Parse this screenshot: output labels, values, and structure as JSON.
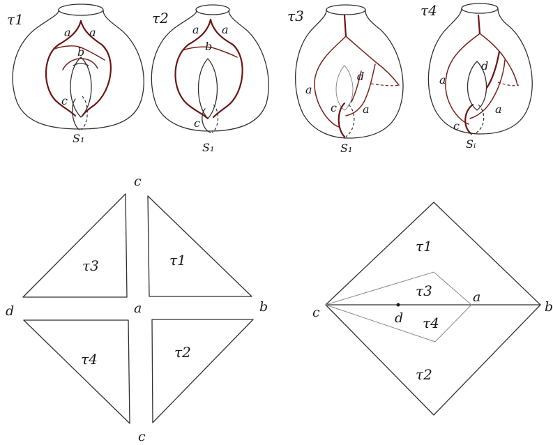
{
  "surfaces": [
    {
      "name": "τ1",
      "labels": {
        "a1": "a",
        "a2": "a",
        "b": "b",
        "c": "c",
        "base": "S₁"
      }
    },
    {
      "name": "τ2",
      "labels": {
        "a1": "a",
        "a2": "a",
        "b": "b",
        "c": "c",
        "base": "S₁"
      }
    },
    {
      "name": "τ3",
      "labels": {
        "a1": "a",
        "d": "d",
        "c": "c",
        "a2": "a",
        "base": "S₁"
      }
    },
    {
      "name": "τ4",
      "labels": {
        "a1": "a",
        "d": "d",
        "c": "c",
        "a2": "a",
        "base": "Sᵢ"
      }
    }
  ],
  "left_complex": {
    "vertices": {
      "top": "c",
      "left": "d",
      "center": "a",
      "right": "b",
      "bottom": "c"
    },
    "triangles": [
      "τ3",
      "τ1",
      "τ4",
      "τ2"
    ]
  },
  "right_complex": {
    "vertices": {
      "left": "c",
      "mid": "a",
      "right": "b",
      "inner": "d"
    },
    "regions": [
      "τ1",
      "τ3",
      "τ4",
      "τ2"
    ]
  },
  "colors": {
    "ink": "#2f2f2f",
    "curve": "#7a1f1a"
  }
}
